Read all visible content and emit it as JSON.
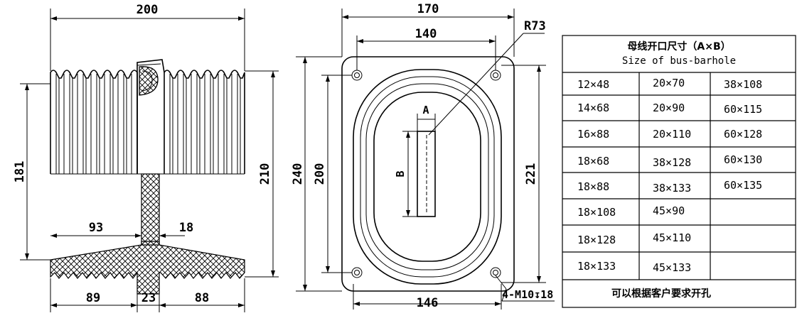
{
  "side_view": {
    "width": "200",
    "height_inner": "181",
    "height_outer": "210",
    "left_span": "93",
    "web_thickness": "18",
    "bottom_left": "89",
    "bottom_mid": "23",
    "bottom_right": "88"
  },
  "front_view": {
    "width_outer": "170",
    "width_inner": "140",
    "radius": "R73",
    "height_outer": "240",
    "height_inner": "200",
    "height_right": "221",
    "bottom_width": "146",
    "bolt_spec": "4-M10↧18",
    "slot_a": "A",
    "slot_b": "B"
  },
  "table": {
    "title_cn": "母线开口尺寸（A×B）",
    "title_en": "Size of bus-barhole",
    "rows": [
      [
        "12×48",
        "20×70",
        "38×108"
      ],
      [
        "14×68",
        "20×90",
        "60×115"
      ],
      [
        "16×88",
        "20×110",
        "60×128"
      ],
      [
        "18×68",
        "38×128",
        "60×130"
      ],
      [
        "18×88",
        "38×133",
        "60×135"
      ],
      [
        "18×108",
        "45×90",
        ""
      ],
      [
        "18×128",
        "45×110",
        ""
      ],
      [
        "18×133",
        "45×133",
        ""
      ]
    ],
    "footer": "可以根据客户要求开孔"
  },
  "colors": {
    "line": "#000000",
    "background": "#ffffff"
  }
}
